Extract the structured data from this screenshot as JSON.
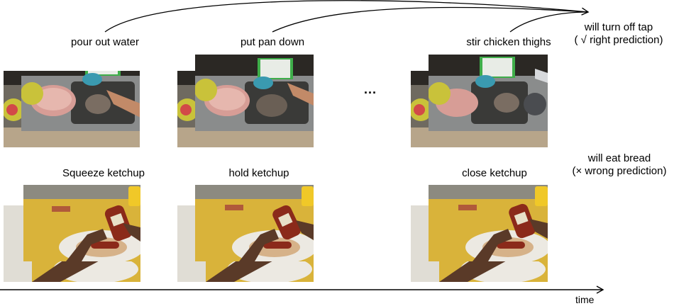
{
  "row1": {
    "steps": [
      {
        "label": "pour out water"
      },
      {
        "label": "put pan down"
      },
      {
        "label": "stir chicken thighs"
      }
    ],
    "prediction": {
      "line1": "will turn off tap",
      "line2": "( √ right prediction)"
    }
  },
  "row2": {
    "steps": [
      {
        "label": "Squeeze ketchup"
      },
      {
        "label": "hold ketchup"
      },
      {
        "label": "close ketchup"
      }
    ],
    "prediction": {
      "line1": "will eat bread",
      "line2": "(× wrong prediction)"
    }
  },
  "ellipsis": "...",
  "time_label": "time",
  "colors": {
    "kitchen_dark": "#2b2824",
    "sink_metal": "#8a8c8c",
    "cutting_board_green": "#3fae4a",
    "glove_blue": "#3a9ab0",
    "table_yellow": "#d9b33a",
    "ketchup_red": "#8b2a1a",
    "plate_white": "#ece9e2",
    "skin": "#5a3a28",
    "arrow": "#000000"
  }
}
